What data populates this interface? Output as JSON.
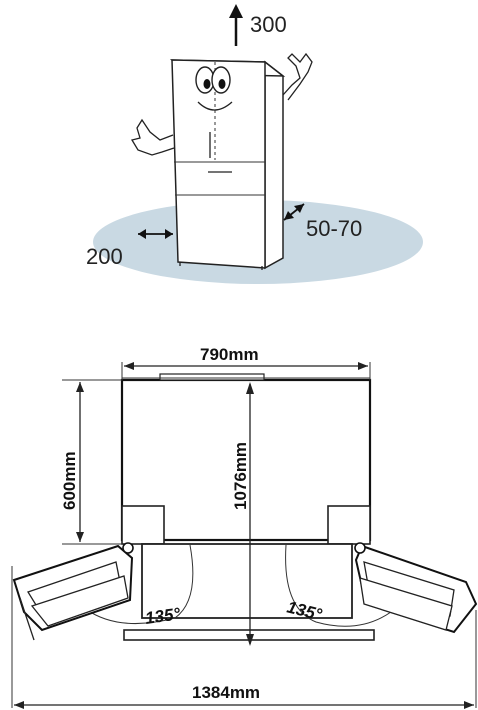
{
  "top_diagram": {
    "clearance_top": "300",
    "clearance_side": "200",
    "clearance_back": "50-70"
  },
  "plan_view": {
    "width_label": "790mm",
    "depth_label": "1076mm",
    "door_label": "600mm",
    "angle_left": "135°",
    "angle_right": "135°",
    "total_width_label": "1384mm"
  },
  "colors": {
    "floor_ellipse": "#c9d9e3",
    "line": "#222222"
  }
}
